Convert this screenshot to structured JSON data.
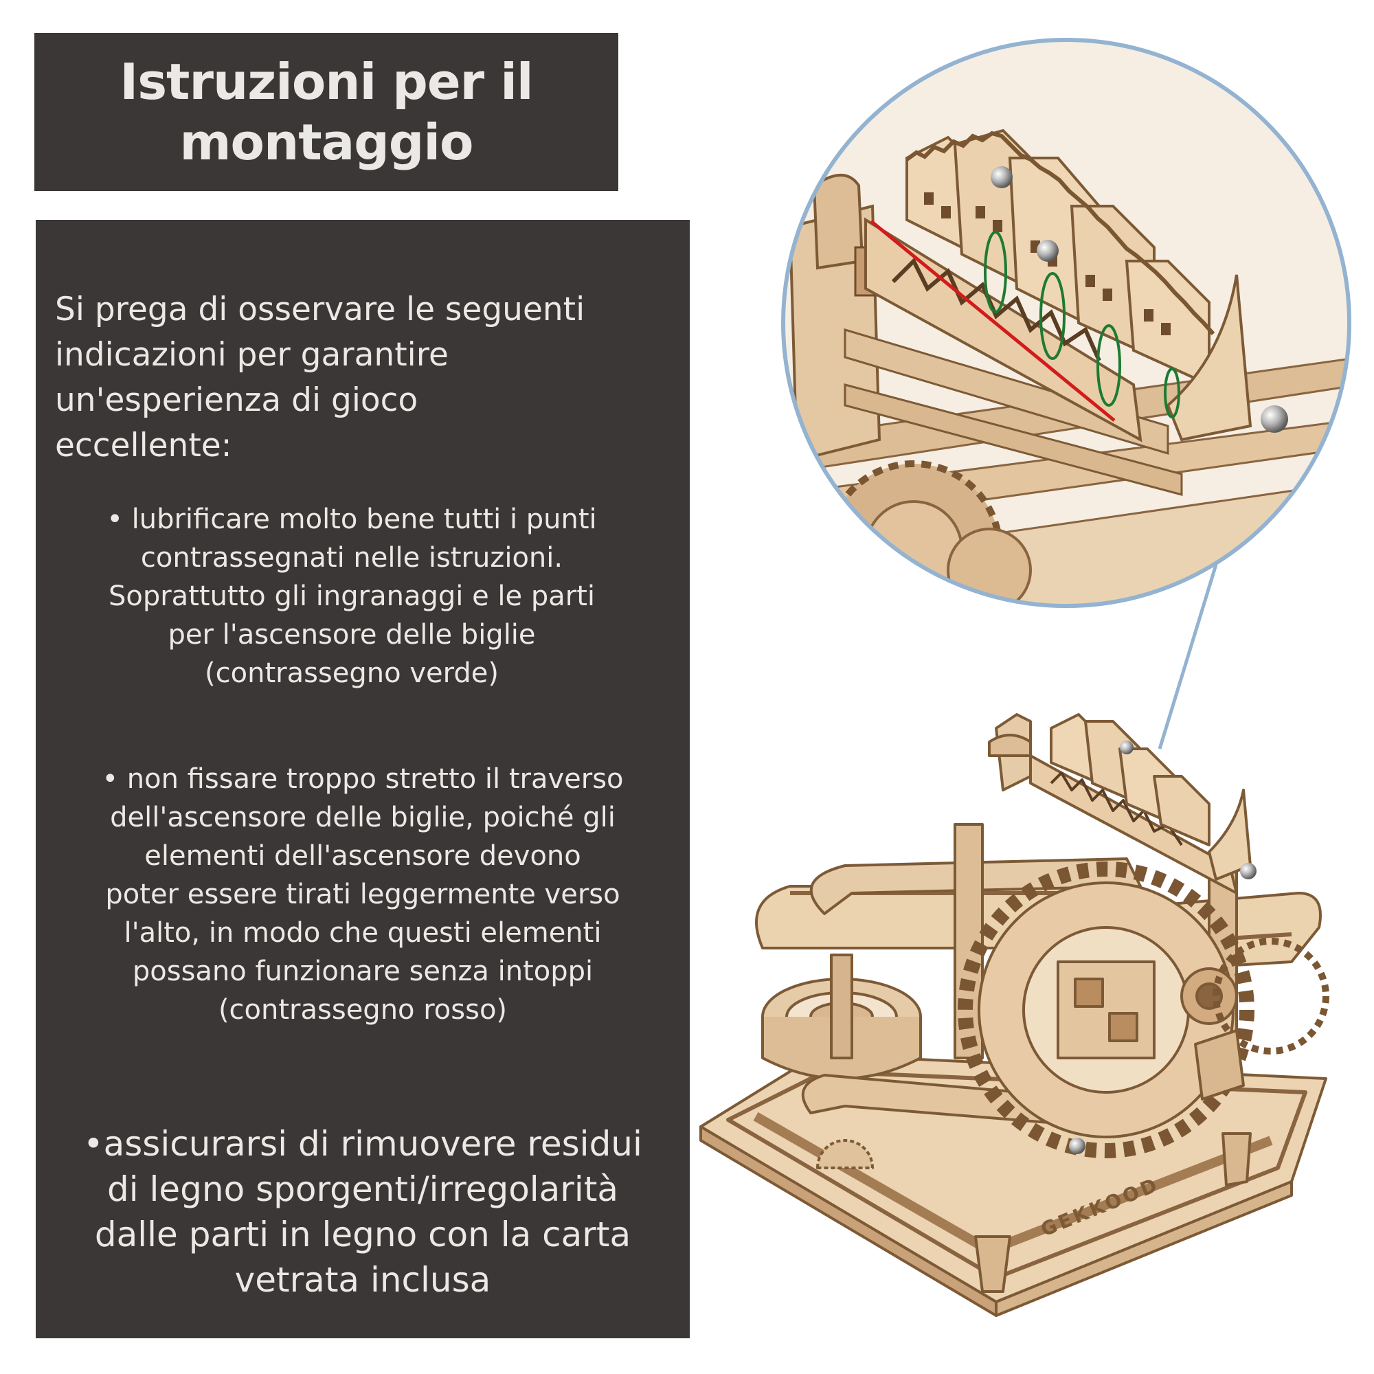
{
  "header": {
    "title_line1": "Istruzioni per il",
    "title_line2": "montaggio"
  },
  "panel": {
    "intro_lines": [
      "Si prega di osservare le seguenti",
      "indicazioni per garantire",
      "un'esperienza di gioco",
      "eccellente:"
    ],
    "bullets": [
      {
        "lines": [
          "• lubrificare molto bene tutti i punti",
          "contrassegnati nelle istruzioni.",
          "Soprattutto gli ingranaggi e le parti",
          "per l'ascensore delle biglie",
          "(contrassegno verde)"
        ]
      },
      {
        "lines": [
          "• non fissare troppo stretto il traverso",
          "dell'ascensore delle biglie, poiché gli",
          "elementi dell'ascensore devono",
          "poter essere tirati leggermente verso",
          "l'alto, in modo che questi elementi",
          "possano funzionare senza intoppi",
          "(contrassegno rosso)"
        ]
      },
      {
        "lines": [
          "•assicurarsi di rimuovere residui",
          "di legno sporgenti/irregolarità",
          "dalle parti in legno con la carta",
          "vetrata inclusa"
        ]
      }
    ]
  },
  "colors": {
    "panel_bg": "#3a3736",
    "text": "#ebe9e6",
    "wood": "#e6cba8",
    "wood_dark": "#b98d60",
    "callout_circle": "#93b3d0",
    "green_mark": "#1e7a32",
    "red_mark": "#d21c1c"
  },
  "photos": {
    "logo_text": "GEKKOOD"
  }
}
